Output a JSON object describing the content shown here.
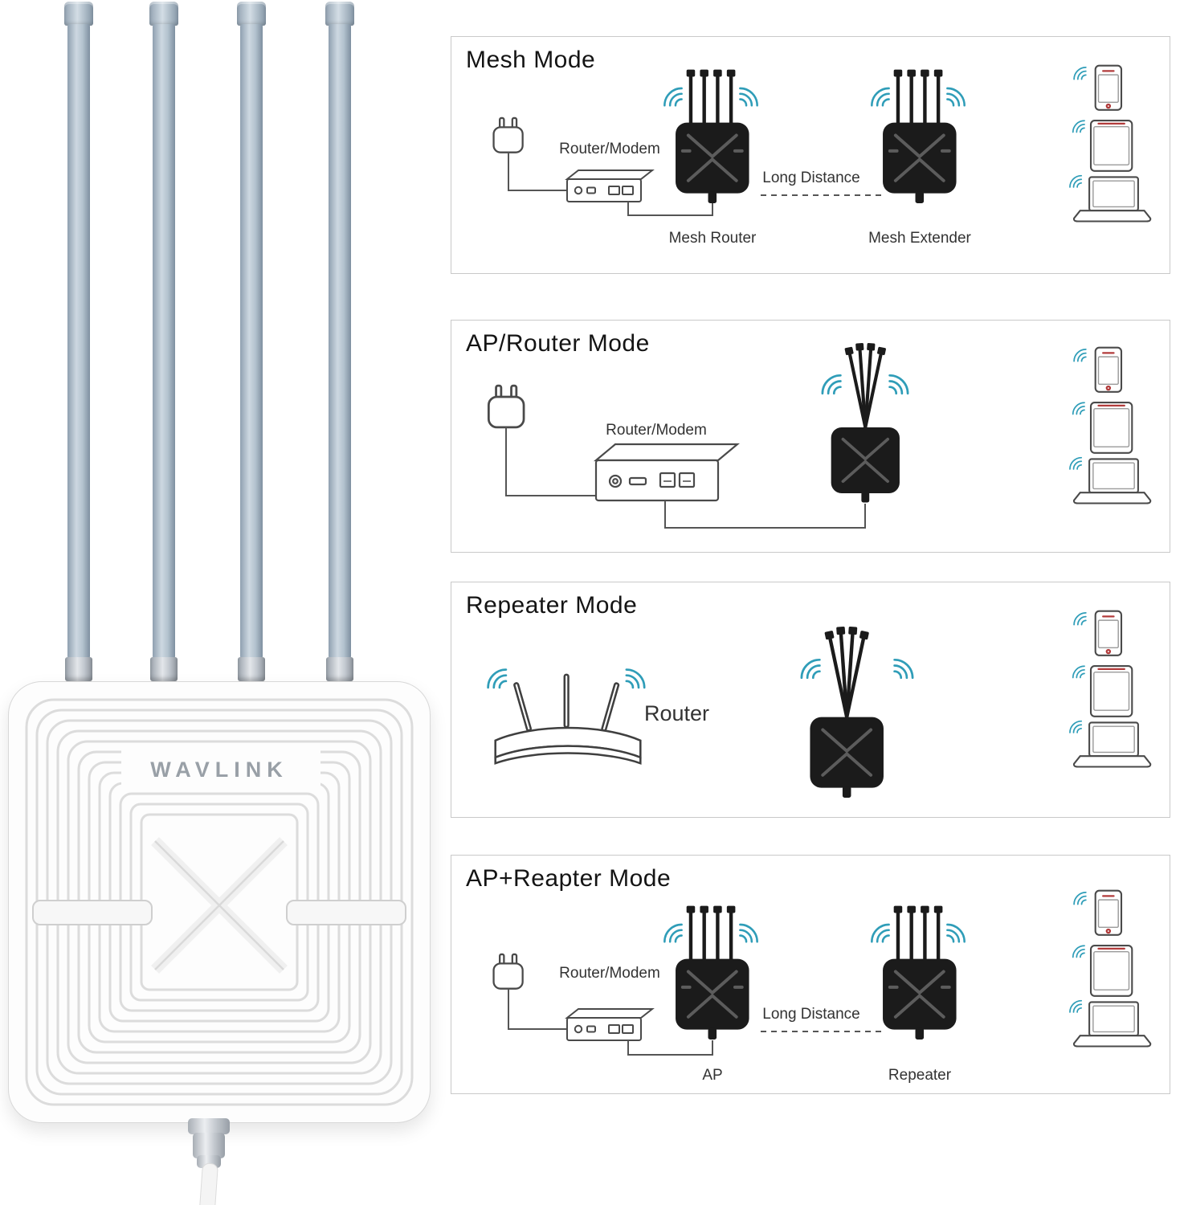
{
  "brand": "WAVLINK",
  "colors": {
    "wifi": "#2f9db8",
    "device_black": "#1b1b1b",
    "antenna_gray_blue": "#b3c2ce"
  },
  "panels": [
    {
      "title": "Mesh Mode",
      "modem_label": "Router/Modem",
      "distance_label": "Long Distance",
      "left_label": "Mesh Router",
      "right_label": "Mesh Extender"
    },
    {
      "title": "AP/Router Mode",
      "modem_label": "Router/Modem"
    },
    {
      "title": "Repeater Mode",
      "router_label": "Router"
    },
    {
      "title": "AP+Reapter Mode",
      "modem_label": "Router/Modem",
      "distance_label": "Long Distance",
      "left_label": "AP",
      "right_label": "Repeater"
    }
  ]
}
